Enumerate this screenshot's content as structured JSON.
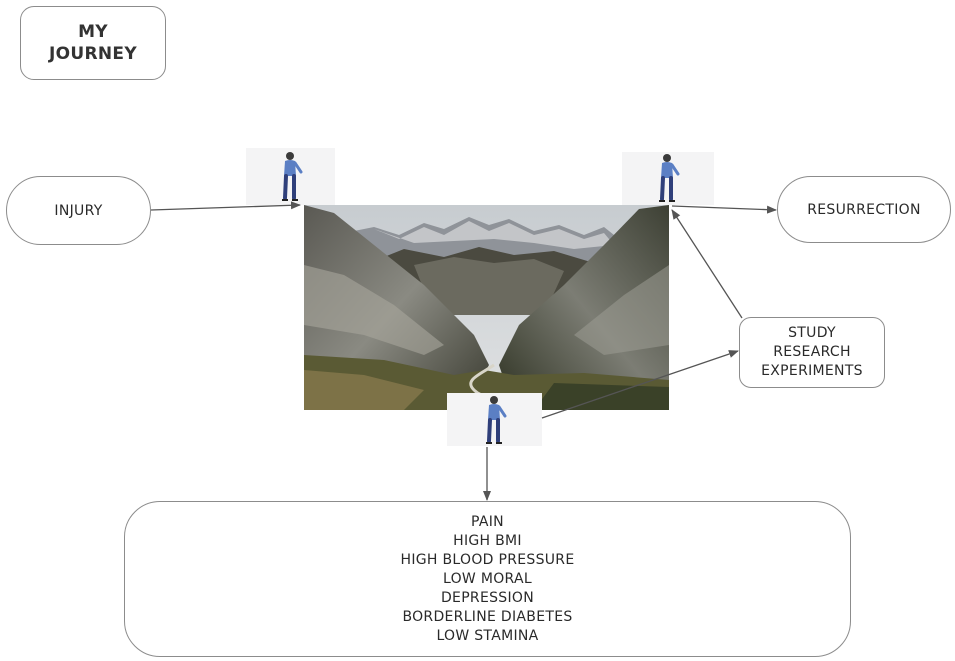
{
  "title": {
    "line1": "MY",
    "line2": "JOURNEY"
  },
  "nodes": {
    "injury": "INJURY",
    "resurrection": "RESURRECTION",
    "study": [
      "STUDY",
      "RESEARCH",
      "EXPERIMENTS"
    ],
    "symptoms": [
      "PAIN",
      "HIGH BMI",
      "HIGH BLOOD PRESSURE",
      "LOW MORAL",
      "DEPRESSION",
      "BORDERLINE DIABETES",
      "LOW STAMINA"
    ]
  },
  "icons": {
    "walker": "walking-person-icon",
    "photo": "mountain-valley-photo"
  },
  "colors": {
    "border": "#8c8c8c",
    "arrow": "#555555",
    "walker_shirt": "#5b7fc4",
    "walker_pants": "#2f3f7a"
  }
}
